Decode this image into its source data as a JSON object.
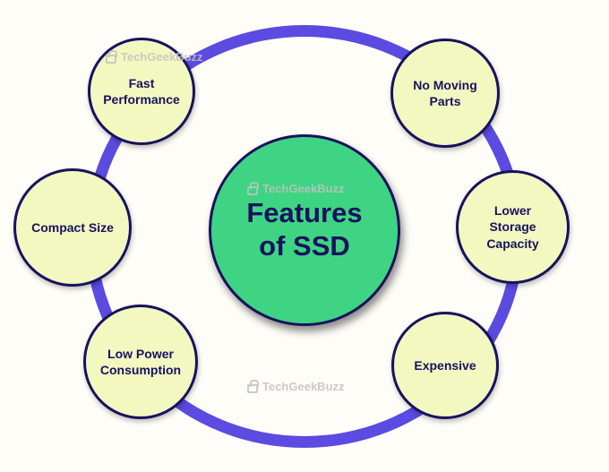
{
  "diagram": {
    "title": {
      "line1": "Features",
      "line2": "of SSD"
    },
    "nodes": [
      {
        "label": "Fast Performance"
      },
      {
        "label": "No Moving Parts"
      },
      {
        "label": "Compact Size"
      },
      {
        "label": "Lower Storage Capacity"
      },
      {
        "label": "Low Power Consumption"
      },
      {
        "label": "Expensive"
      }
    ],
    "watermark": "TechGeekBuzz",
    "colors": {
      "ring": "#5b4be0",
      "center_fill": "#3ed483",
      "node_fill": "#f2f8c0",
      "outline": "#18125e",
      "text": "#18125e",
      "watermark": "#c2c2c2"
    }
  }
}
